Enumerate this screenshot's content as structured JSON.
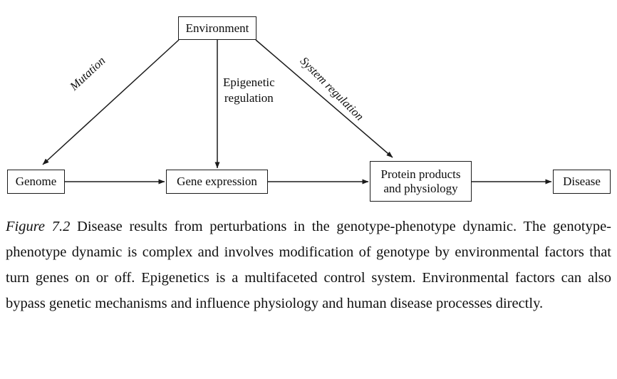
{
  "figure": {
    "nodes": [
      {
        "id": "environment",
        "label": "Environment"
      },
      {
        "id": "genome",
        "label": "Genome"
      },
      {
        "id": "gene-expression",
        "label": "Gene expression"
      },
      {
        "id": "protein-products",
        "label": "Protein products\nand physiology"
      },
      {
        "id": "disease",
        "label": "Disease"
      }
    ],
    "edge_labels": [
      {
        "id": "mutation",
        "label": "Mutation"
      },
      {
        "id": "epigenetic",
        "label": "Epigenetic\nregulation"
      },
      {
        "id": "system-regulation",
        "label": "System regulation"
      }
    ],
    "edges": [
      {
        "from": "environment",
        "to": "genome",
        "label": "Mutation"
      },
      {
        "from": "environment",
        "to": "gene-expression",
        "label": "Epigenetic regulation"
      },
      {
        "from": "environment",
        "to": "protein-products",
        "label": "System regulation"
      },
      {
        "from": "genome",
        "to": "gene-expression",
        "label": ""
      },
      {
        "from": "gene-expression",
        "to": "protein-products",
        "label": ""
      },
      {
        "from": "protein-products",
        "to": "disease",
        "label": ""
      }
    ],
    "colors": {
      "stroke": "#1b1b1b",
      "text": "#0d0d0d",
      "background": "#ffffff"
    }
  },
  "caption": {
    "figure_number": "Figure 7.2",
    "text": " Disease results from perturbations in the genotype-phenotype dynamic. The genotype-phenotype dynamic is complex and involves modification of genotype by environmental factors that turn genes on or off. Epigenetics is a multifaceted control system. Environmental factors can also bypass genetic mechanisms and influence physiology and human disease processes directly."
  }
}
